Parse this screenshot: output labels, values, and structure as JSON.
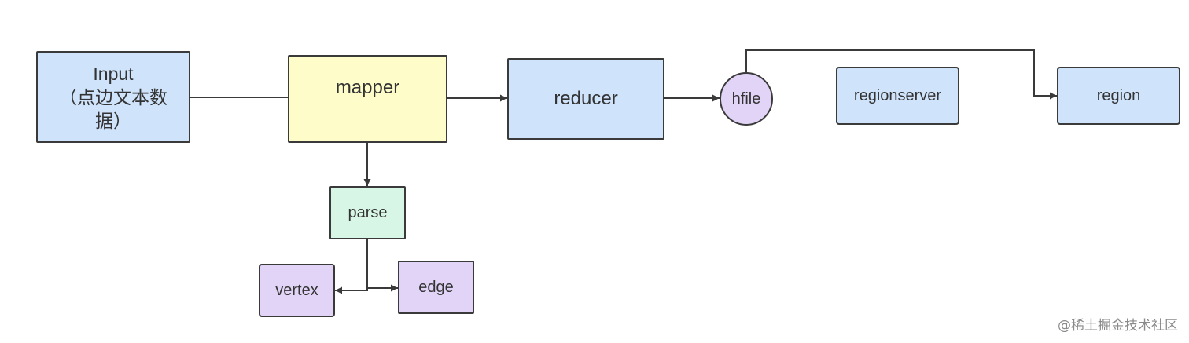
{
  "nodes": {
    "input": "Input\n（点边文本数据）",
    "mapper": "mapper",
    "reducer": "reducer",
    "hfile": "hfile",
    "regionserver": "regionserver",
    "region": "region",
    "parse": "parse",
    "vertex": "vertex",
    "edge": "edge"
  },
  "watermark": "@稀土掘金技术社区",
  "colors": {
    "stroke": "#3a3a3a",
    "blue_fill": "#cfe3fb",
    "yellow_fill": "#fefdca",
    "green_fill": "#d8f6e6",
    "purple_fill": "#e2d4f7"
  }
}
